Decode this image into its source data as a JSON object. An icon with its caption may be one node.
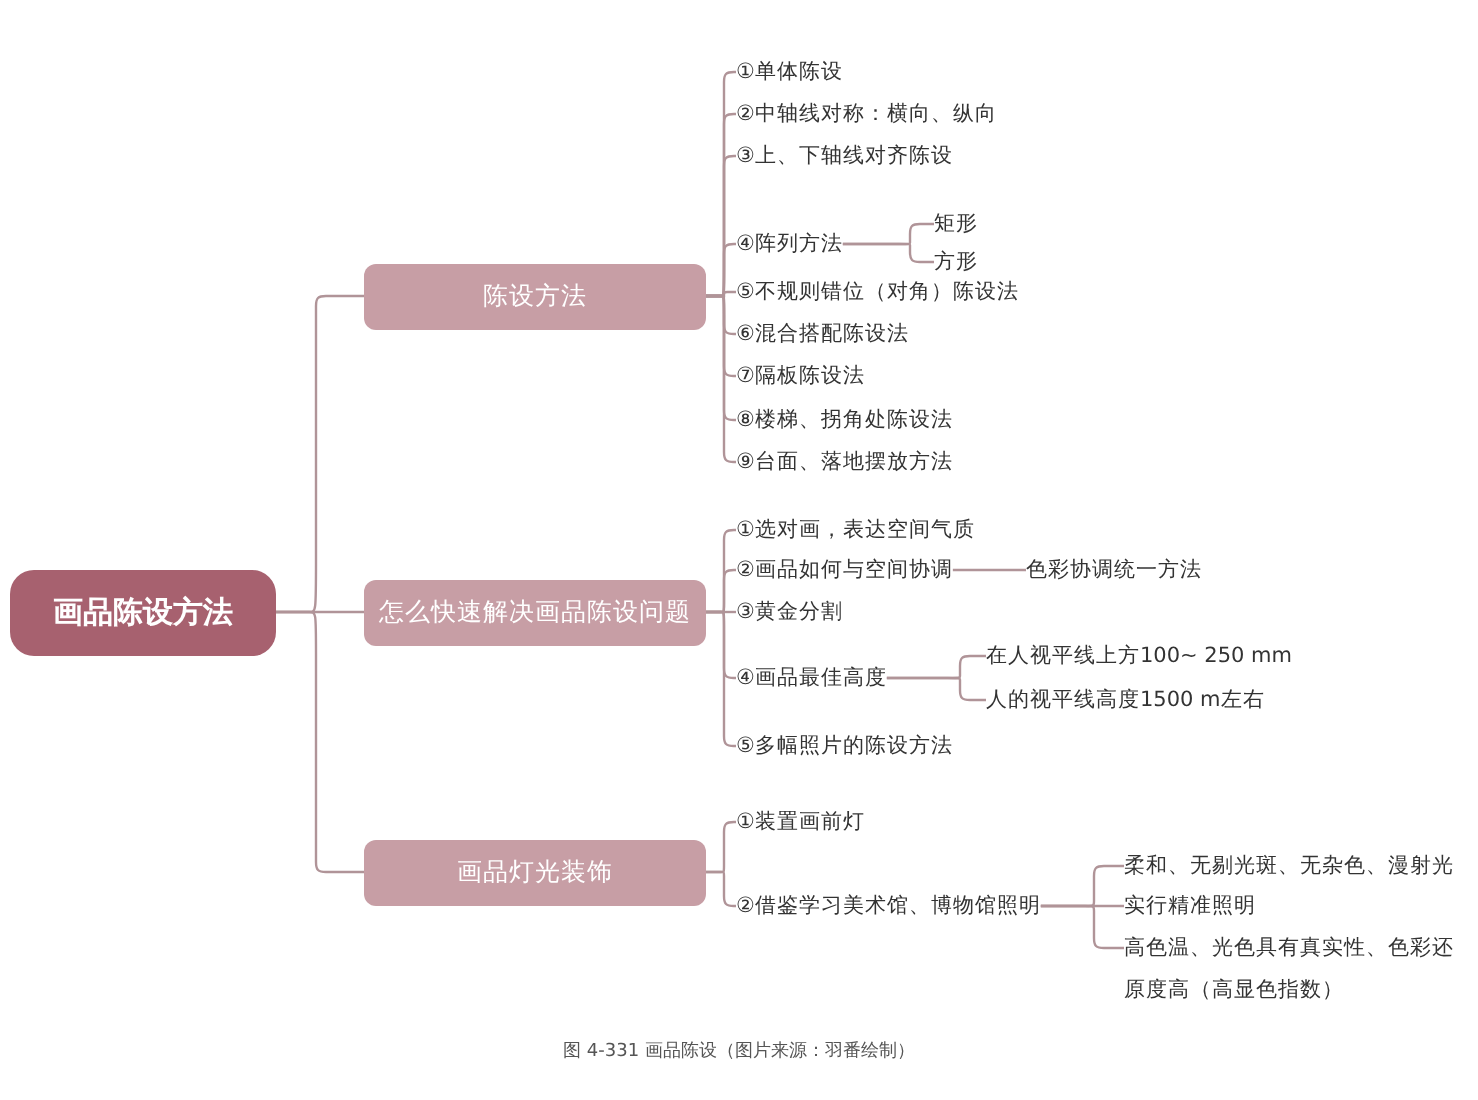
{
  "diagram": {
    "caption": "图 4-331 画品陈设（图片来源：羽番绘制）",
    "nodes": [
      {
        "text": [
          "画品陈设方法"
        ]
      },
      {
        "text": [
          "陈设方法"
        ]
      },
      {
        "text": [
          "①单体陈设"
        ]
      },
      {
        "text": [
          "②中轴线对称：横向、纵向"
        ]
      },
      {
        "text": [
          "③上、下轴线对齐陈设"
        ]
      },
      {
        "text": [
          "④阵列方法"
        ]
      },
      {
        "text": [
          "矩形"
        ]
      },
      {
        "text": [
          "方形"
        ]
      },
      {
        "text": [
          "⑤不规则错位（对角）陈设法"
        ]
      },
      {
        "text": [
          "⑥混合搭配陈设法"
        ]
      },
      {
        "text": [
          "⑦隔板陈设法"
        ]
      },
      {
        "text": [
          "⑧楼梯、拐角处陈设法"
        ]
      },
      {
        "text": [
          "⑨台面、落地摆放方法"
        ]
      },
      {
        "text": [
          "怎么快速解决画品陈设问题"
        ]
      },
      {
        "text": [
          "①选对画，表达空间气质"
        ]
      },
      {
        "text": [
          "②画品如何与空间协调"
        ]
      },
      {
        "text": [
          "色彩协调统一方法"
        ]
      },
      {
        "text": [
          "③黄金分割"
        ]
      },
      {
        "text": [
          "④画品最佳高度"
        ]
      },
      {
        "text": [
          "在人视平线上方100~ 250 mm"
        ]
      },
      {
        "text": [
          "人的视平线高度1500 m左右"
        ]
      },
      {
        "text": [
          "⑤多幅照片的陈设方法"
        ]
      },
      {
        "text": [
          "画品灯光装饰"
        ]
      },
      {
        "text": [
          "①装置画前灯"
        ]
      },
      {
        "text": [
          "②借鉴学习美术馆、博物馆照明"
        ]
      },
      {
        "text": [
          "柔和、无剔光斑、无杂色、漫射光"
        ]
      },
      {
        "text": [
          "实行精准照明"
        ]
      },
      {
        "text": [
          "高色温、光色具有真实性、色彩还原度高（高显色指数）"
        ]
      }
    ],
    "edges": [
      {
        "from": 0,
        "to": 1,
        "arrow": "none"
      },
      {
        "from": 0,
        "to": 13,
        "arrow": "none"
      },
      {
        "from": 0,
        "to": 22,
        "arrow": "none"
      },
      {
        "from": 1,
        "to": 2,
        "arrow": "none"
      },
      {
        "from": 1,
        "to": 3,
        "arrow": "none"
      },
      {
        "from": 1,
        "to": 4,
        "arrow": "none"
      },
      {
        "from": 1,
        "to": 5,
        "arrow": "none"
      },
      {
        "from": 5,
        "to": 6,
        "arrow": "none"
      },
      {
        "from": 5,
        "to": 7,
        "arrow": "none"
      },
      {
        "from": 1,
        "to": 8,
        "arrow": "none"
      },
      {
        "from": 1,
        "to": 9,
        "arrow": "none"
      },
      {
        "from": 1,
        "to": 10,
        "arrow": "none"
      },
      {
        "from": 1,
        "to": 11,
        "arrow": "none"
      },
      {
        "from": 1,
        "to": 12,
        "arrow": "none"
      },
      {
        "from": 13,
        "to": 14,
        "arrow": "none"
      },
      {
        "from": 13,
        "to": 15,
        "arrow": "none"
      },
      {
        "from": 15,
        "to": 16,
        "arrow": "none"
      },
      {
        "from": 13,
        "to": 17,
        "arrow": "none"
      },
      {
        "from": 13,
        "to": 18,
        "arrow": "none"
      },
      {
        "from": 18,
        "to": 19,
        "arrow": "none"
      },
      {
        "from": 18,
        "to": 20,
        "arrow": "none"
      },
      {
        "from": 13,
        "to": 21,
        "arrow": "none"
      },
      {
        "from": 22,
        "to": 23,
        "arrow": "none"
      },
      {
        "from": 22,
        "to": 24,
        "arrow": "none"
      },
      {
        "from": 24,
        "to": 25,
        "arrow": "none"
      },
      {
        "from": 24,
        "to": 26,
        "arrow": "none"
      },
      {
        "from": 24,
        "to": 27,
        "arrow": "none"
      }
    ]
  }
}
